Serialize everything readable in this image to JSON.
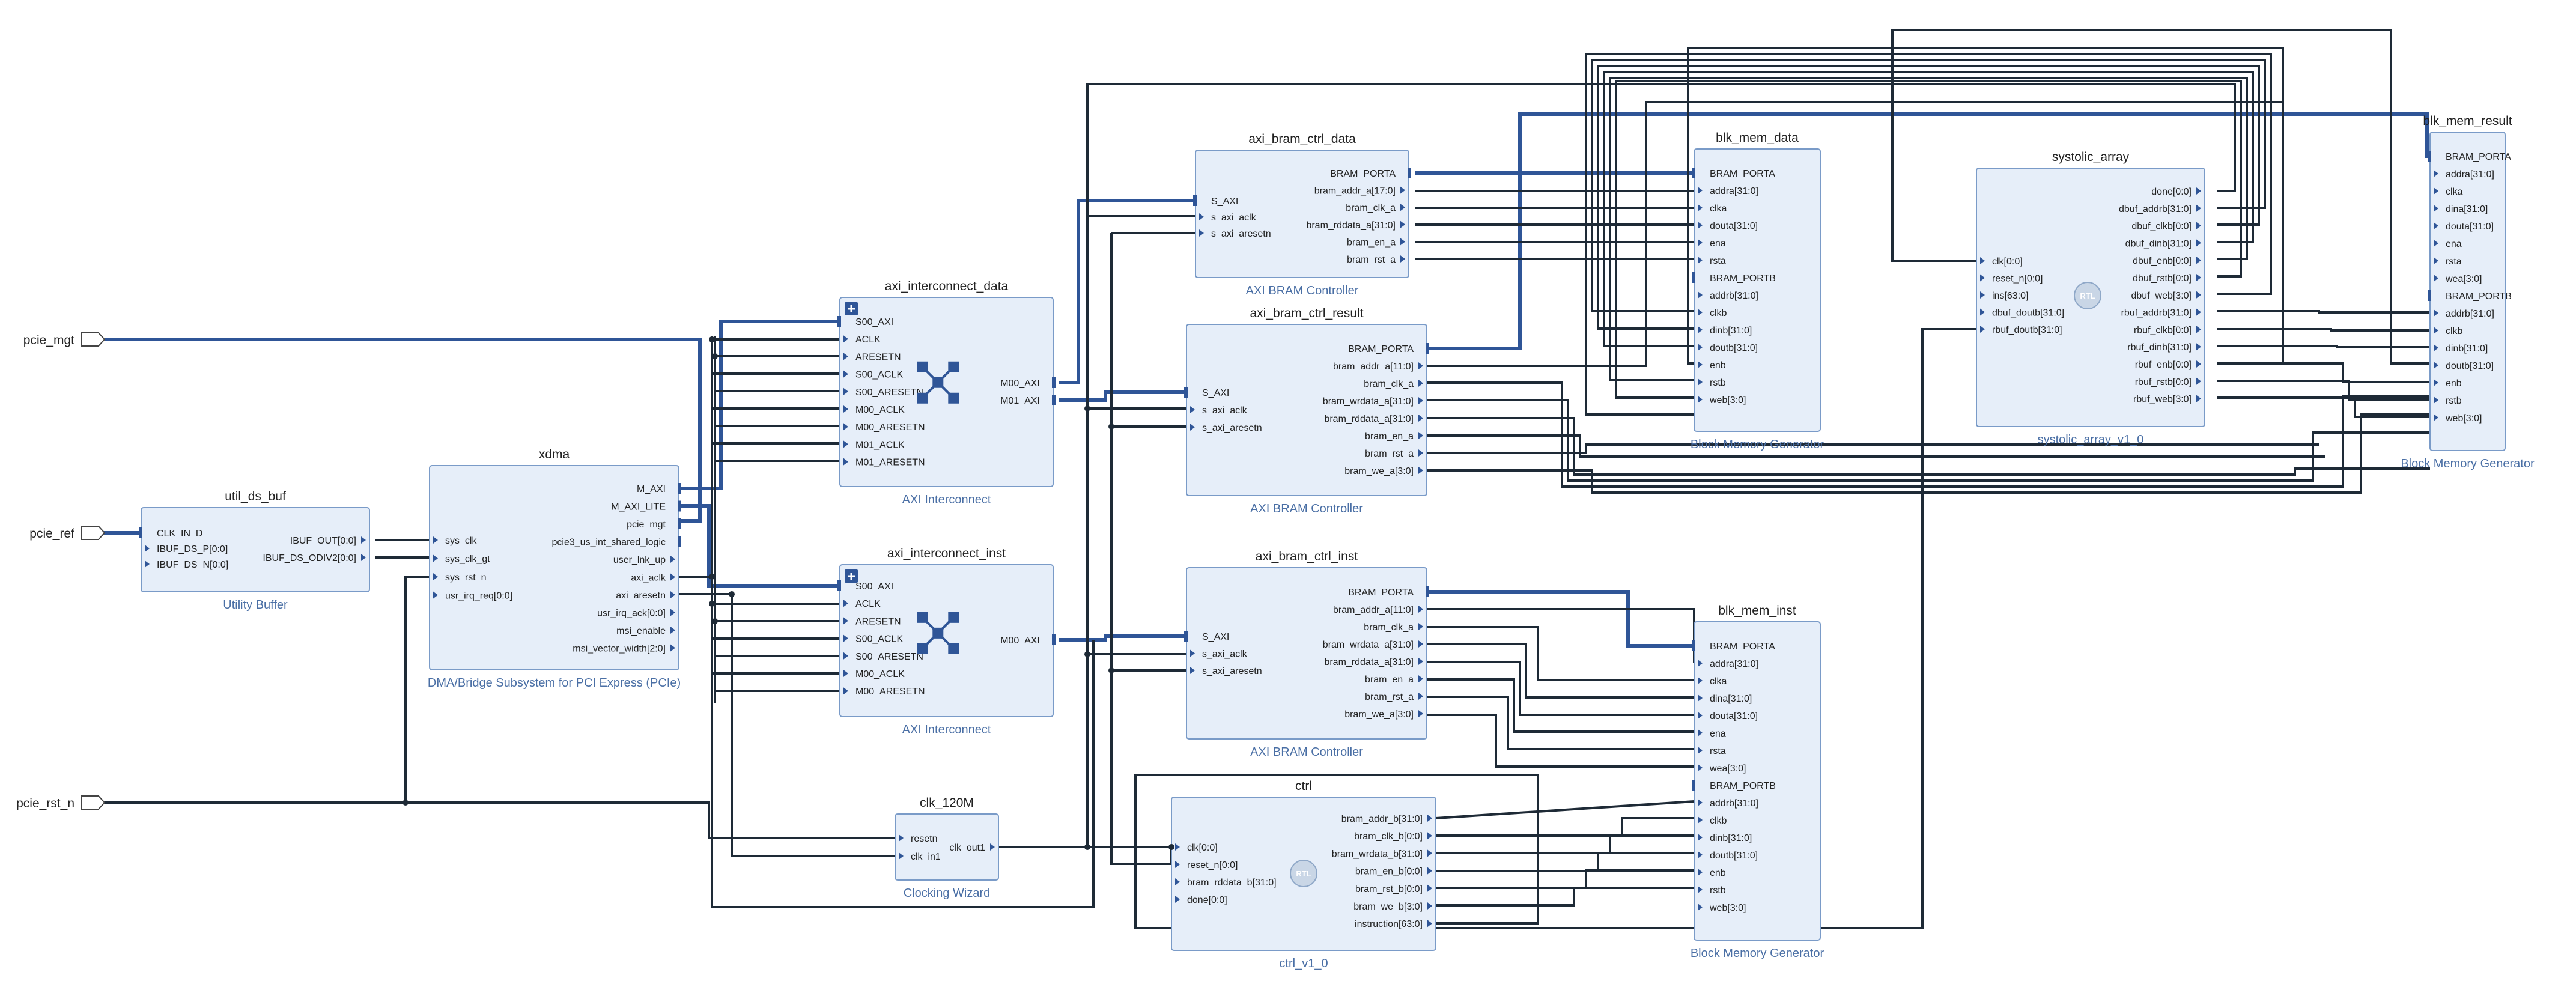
{
  "external_ports": [
    {
      "id": "pcie_mgt",
      "label": "pcie_mgt"
    },
    {
      "id": "pcie_ref",
      "label": "pcie_ref"
    },
    {
      "id": "pcie_rst_n",
      "label": "pcie_rst_n"
    }
  ],
  "blocks": [
    {
      "id": "util_ds_buf",
      "title": "util_ds_buf",
      "subtitle": "Utility Buffer",
      "left": [
        "CLK_IN_D",
        "IBUF_DS_P[0:0]",
        "IBUF_DS_N[0:0]"
      ],
      "right": [
        "IBUF_OUT[0:0]",
        "IBUF_DS_ODIV2[0:0]"
      ]
    },
    {
      "id": "xdma",
      "title": "xdma",
      "subtitle": "DMA/Bridge Subsystem for PCI Express (PCIe)",
      "left": [
        "sys_clk",
        "sys_clk_gt",
        "sys_rst_n",
        "usr_irq_req[0:0]"
      ],
      "right": [
        "M_AXI",
        "M_AXI_LITE",
        "pcie_mgt",
        "pcie3_us_int_shared_logic",
        "user_lnk_up",
        "axi_aclk",
        "axi_aresetn",
        "usr_irq_ack[0:0]",
        "msi_enable",
        "msi_vector_width[2:0]"
      ]
    },
    {
      "id": "axi_interconnect_data",
      "title": "axi_interconnect_data",
      "subtitle": "AXI Interconnect",
      "left": [
        "S00_AXI",
        "ACLK",
        "ARESETN",
        "S00_ACLK",
        "S00_ARESETN",
        "M00_ACLK",
        "M00_ARESETN",
        "M01_ACLK",
        "M01_ARESETN"
      ],
      "right": [
        "M00_AXI",
        "M01_AXI"
      ]
    },
    {
      "id": "axi_interconnect_inst",
      "title": "axi_interconnect_inst",
      "subtitle": "AXI Interconnect",
      "left": [
        "S00_AXI",
        "ACLK",
        "ARESETN",
        "S00_ACLK",
        "S00_ARESETN",
        "M00_ACLK",
        "M00_ARESETN"
      ],
      "right": [
        "M00_AXI"
      ]
    },
    {
      "id": "clk_120M",
      "title": "clk_120M",
      "subtitle": "Clocking Wizard",
      "left": [
        "resetn",
        "clk_in1"
      ],
      "right": [
        "clk_out1"
      ]
    },
    {
      "id": "axi_bram_ctrl_data",
      "title": "axi_bram_ctrl_data",
      "subtitle": "AXI BRAM Controller",
      "left": [
        "S_AXI",
        "s_axi_aclk",
        "s_axi_aresetn"
      ],
      "right": [
        "BRAM_PORTA",
        "bram_addr_a[17:0]",
        "bram_clk_a",
        "bram_rddata_a[31:0]",
        "bram_en_a",
        "bram_rst_a"
      ]
    },
    {
      "id": "axi_bram_ctrl_result",
      "title": "axi_bram_ctrl_result",
      "subtitle": "AXI BRAM Controller",
      "left": [
        "S_AXI",
        "s_axi_aclk",
        "s_axi_aresetn"
      ],
      "right": [
        "BRAM_PORTA",
        "bram_addr_a[11:0]",
        "bram_clk_a",
        "bram_wrdata_a[31:0]",
        "bram_rddata_a[31:0]",
        "bram_en_a",
        "bram_rst_a",
        "bram_we_a[3:0]"
      ]
    },
    {
      "id": "axi_bram_ctrl_inst",
      "title": "axi_bram_ctrl_inst",
      "subtitle": "AXI BRAM Controller",
      "left": [
        "S_AXI",
        "s_axi_aclk",
        "s_axi_aresetn"
      ],
      "right": [
        "BRAM_PORTA",
        "bram_addr_a[11:0]",
        "bram_clk_a",
        "bram_wrdata_a[31:0]",
        "bram_rddata_a[31:0]",
        "bram_en_a",
        "bram_rst_a",
        "bram_we_a[3:0]"
      ]
    },
    {
      "id": "ctrl",
      "title": "ctrl",
      "subtitle": "ctrl_v1_0",
      "rtl": "RTL",
      "left": [
        "clk[0:0]",
        "reset_n[0:0]",
        "bram_rddata_b[31:0]",
        "done[0:0]"
      ],
      "right": [
        "bram_addr_b[31:0]",
        "bram_clk_b[0:0]",
        "bram_wrdata_b[31:0]",
        "bram_en_b[0:0]",
        "bram_rst_b[0:0]",
        "bram_we_b[3:0]",
        "instruction[63:0]"
      ]
    },
    {
      "id": "blk_mem_data",
      "title": "blk_mem_data",
      "subtitle": "Block Memory Generator",
      "left": [
        "BRAM_PORTA",
        "addra[31:0]",
        "clka",
        "douta[31:0]",
        "ena",
        "rsta",
        "BRAM_PORTB",
        "addrb[31:0]",
        "clkb",
        "dinb[31:0]",
        "doutb[31:0]",
        "enb",
        "rstb",
        "web[3:0]"
      ],
      "right": []
    },
    {
      "id": "blk_mem_inst",
      "title": "blk_mem_inst",
      "subtitle": "Block Memory Generator",
      "left": [
        "BRAM_PORTA",
        "addra[31:0]",
        "clka",
        "dina[31:0]",
        "douta[31:0]",
        "ena",
        "rsta",
        "wea[3:0]",
        "BRAM_PORTB",
        "addrb[31:0]",
        "clkb",
        "dinb[31:0]",
        "doutb[31:0]",
        "enb",
        "rstb",
        "web[3:0]"
      ],
      "right": []
    },
    {
      "id": "systolic_array",
      "title": "systolic_array",
      "subtitle": "systolic_array_v1_0",
      "rtl": "RTL",
      "left": [
        "clk[0:0]",
        "reset_n[0:0]",
        "ins[63:0]",
        "dbuf_doutb[31:0]",
        "rbuf_doutb[31:0]"
      ],
      "right": [
        "done[0:0]",
        "dbuf_addrb[31:0]",
        "dbuf_clkb[0:0]",
        "dbuf_dinb[31:0]",
        "dbuf_enb[0:0]",
        "dbuf_rstb[0:0]",
        "dbuf_web[3:0]",
        "rbuf_addrb[31:0]",
        "rbuf_clkb[0:0]",
        "rbuf_dinb[31:0]",
        "rbuf_enb[0:0]",
        "rbuf_rstb[0:0]",
        "rbuf_web[3:0]"
      ]
    },
    {
      "id": "blk_mem_result",
      "title": "blk_mem_result",
      "subtitle": "Block Memory Generator",
      "left": [
        "BRAM_PORTA",
        "addra[31:0]",
        "clka",
        "dina[31:0]",
        "douta[31:0]",
        "ena",
        "rsta",
        "wea[3:0]",
        "BRAM_PORTB",
        "addrb[31:0]",
        "clkb",
        "dinb[31:0]",
        "doutb[31:0]",
        "enb",
        "rstb",
        "web[3:0]"
      ],
      "right": []
    }
  ]
}
